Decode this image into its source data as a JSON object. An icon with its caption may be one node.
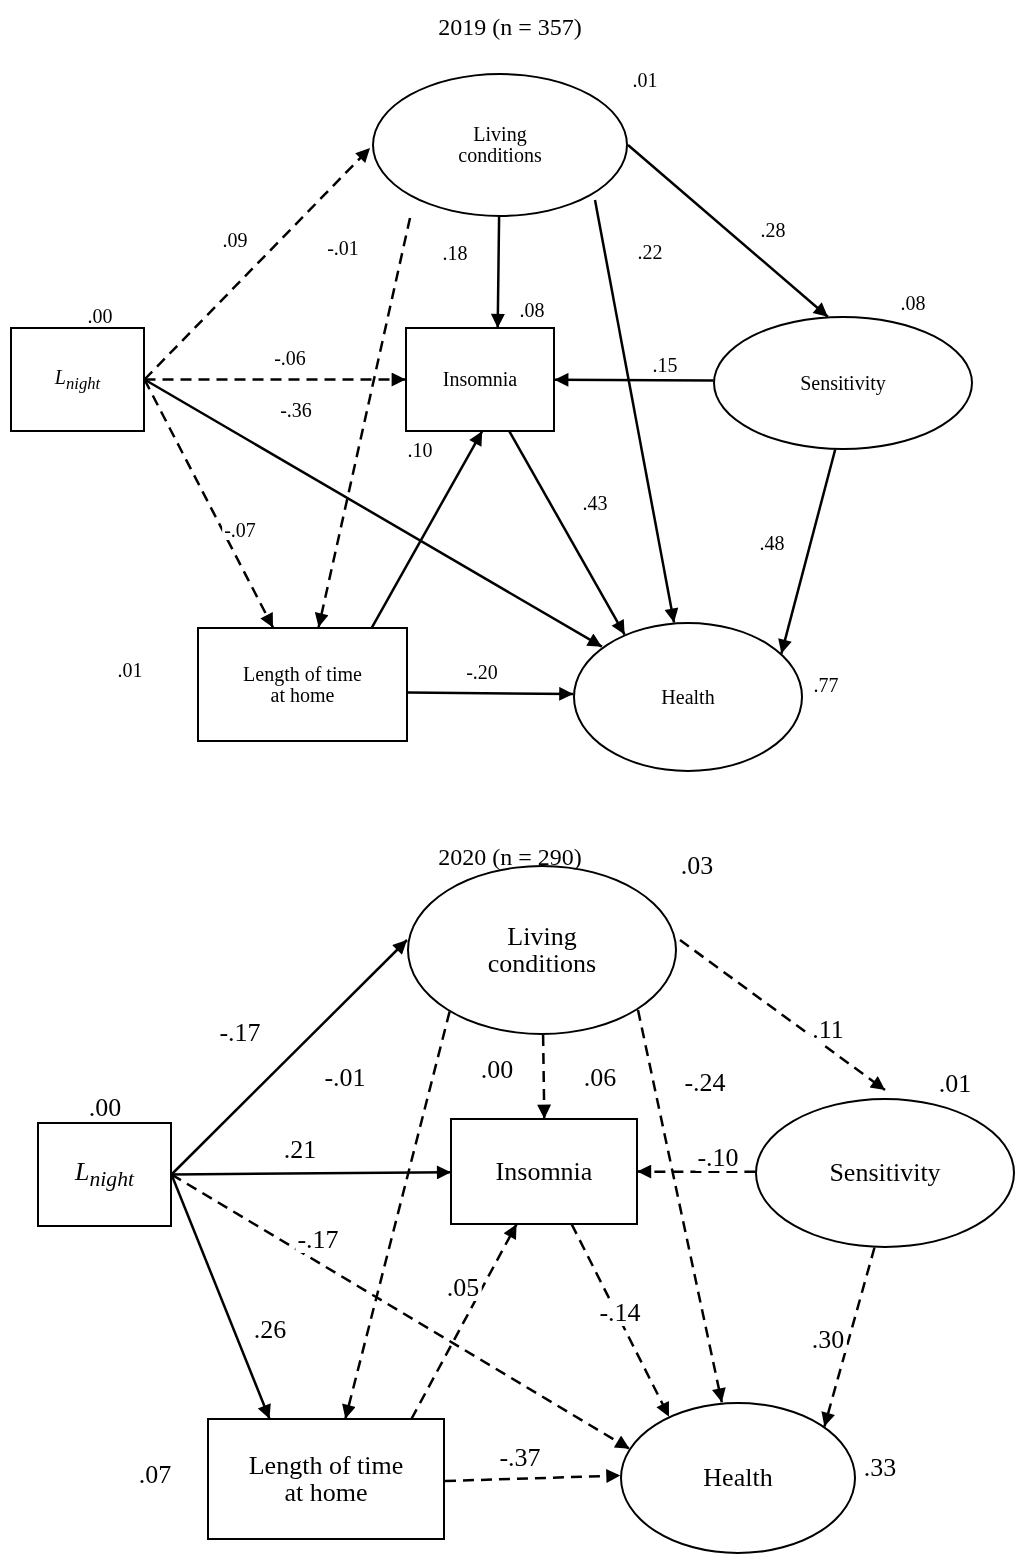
{
  "diagram": {
    "nodes": [
      {
        "text": [
          "L$_{night}$"
        ],
        "beside": [
          ".00"
        ]
      },
      {
        "text": [
          "Living conditions"
        ],
        "beside": [
          ".01"
        ]
      },
      {
        "text": [
          "Insomnia"
        ],
        "beside": [
          ".08"
        ]
      },
      {
        "text": [
          "Sensitivity"
        ],
        "beside": [
          ".08"
        ]
      },
      {
        "text": [
          "Length of time at home"
        ],
        "beside": [
          ".01"
        ]
      },
      {
        "text": [
          "Health"
        ],
        "beside": [
          ".77"
        ]
      },
      {
        "text": [
          "L$_{night}$"
        ],
        "beside": [
          ".00"
        ]
      },
      {
        "text": [
          "Living conditions"
        ],
        "beside": [
          ".03"
        ]
      },
      {
        "text": [
          "Insomnia"
        ],
        "beside": [
          ".06"
        ]
      },
      {
        "text": [
          "Sensitivity"
        ],
        "beside": [
          ".01"
        ]
      },
      {
        "text": [
          "Length of time at home"
        ],
        "beside": [
          ".07"
        ]
      },
      {
        "text": [
          "Health"
        ],
        "beside": [
          ".33"
        ]
      }
    ],
    "edges": [
      {
        "from": 0,
        "to": 1,
        "arrow": "to",
        "label": ".09",
        "style": "dashed"
      },
      {
        "from": 0,
        "to": 2,
        "arrow": "to",
        "label": "-.06",
        "style": "dashed"
      },
      {
        "from": 0,
        "to": 4,
        "arrow": "to",
        "label": "-.07",
        "style": "dashed"
      },
      {
        "from": 0,
        "to": 5,
        "arrow": "to",
        "label": "-.36"
      },
      {
        "from": 1,
        "to": 2,
        "arrow": "to",
        "label": ".18"
      },
      {
        "from": 1,
        "to": 4,
        "arrow": "to",
        "label": "-.01",
        "style": "dashed"
      },
      {
        "from": 1,
        "to": 5,
        "arrow": "to",
        "label": ".22"
      },
      {
        "from": 1,
        "to": 3,
        "arrow": "to",
        "label": ".28"
      },
      {
        "from": 3,
        "to": 2,
        "arrow": "to",
        "label": ".15"
      },
      {
        "from": 3,
        "to": 5,
        "arrow": "to",
        "label": ".48"
      },
      {
        "from": 4,
        "to": 2,
        "arrow": "to",
        "label": ".10"
      },
      {
        "from": 2,
        "to": 5,
        "arrow": "to",
        "label": ".43"
      },
      {
        "from": 4,
        "to": 5,
        "arrow": "to",
        "label": "-.20"
      },
      {
        "from": 6,
        "to": 7,
        "arrow": "to",
        "label": "-.17"
      },
      {
        "from": 6,
        "to": 8,
        "arrow": "to",
        "label": ".21"
      },
      {
        "from": 6,
        "to": 11,
        "arrow": "to",
        "label": "-.17",
        "style": "dashed"
      },
      {
        "from": 6,
        "to": 10,
        "arrow": "to",
        "label": ".26"
      },
      {
        "from": 7,
        "to": 10,
        "arrow": "to",
        "label": "-.01",
        "style": "dashed"
      },
      {
        "from": 7,
        "to": 8,
        "arrow": "to",
        "label": ".00",
        "style": "dashed"
      },
      {
        "from": 7,
        "to": 11,
        "arrow": "to",
        "label": "-.24",
        "style": "dashed"
      },
      {
        "from": 7,
        "to": 9,
        "arrow": "to",
        "label": ".11",
        "style": "dashed"
      },
      {
        "from": 9,
        "to": 8,
        "arrow": "to",
        "label": "-.10",
        "style": "dashed"
      },
      {
        "from": 9,
        "to": 11,
        "arrow": "to",
        "label": ".30",
        "style": "dashed"
      },
      {
        "from": 10,
        "to": 8,
        "arrow": "to",
        "label": ".05",
        "style": "dashed"
      },
      {
        "from": 8,
        "to": 11,
        "arrow": "to",
        "label": "-.14",
        "style": "dashed"
      },
      {
        "from": 10,
        "to": 11,
        "arrow": "to",
        "label": "-.37",
        "style": "dashed"
      }
    ],
    "labels": [
      "2019 (n = 357)",
      "2020 (n = 290)"
    ]
  }
}
